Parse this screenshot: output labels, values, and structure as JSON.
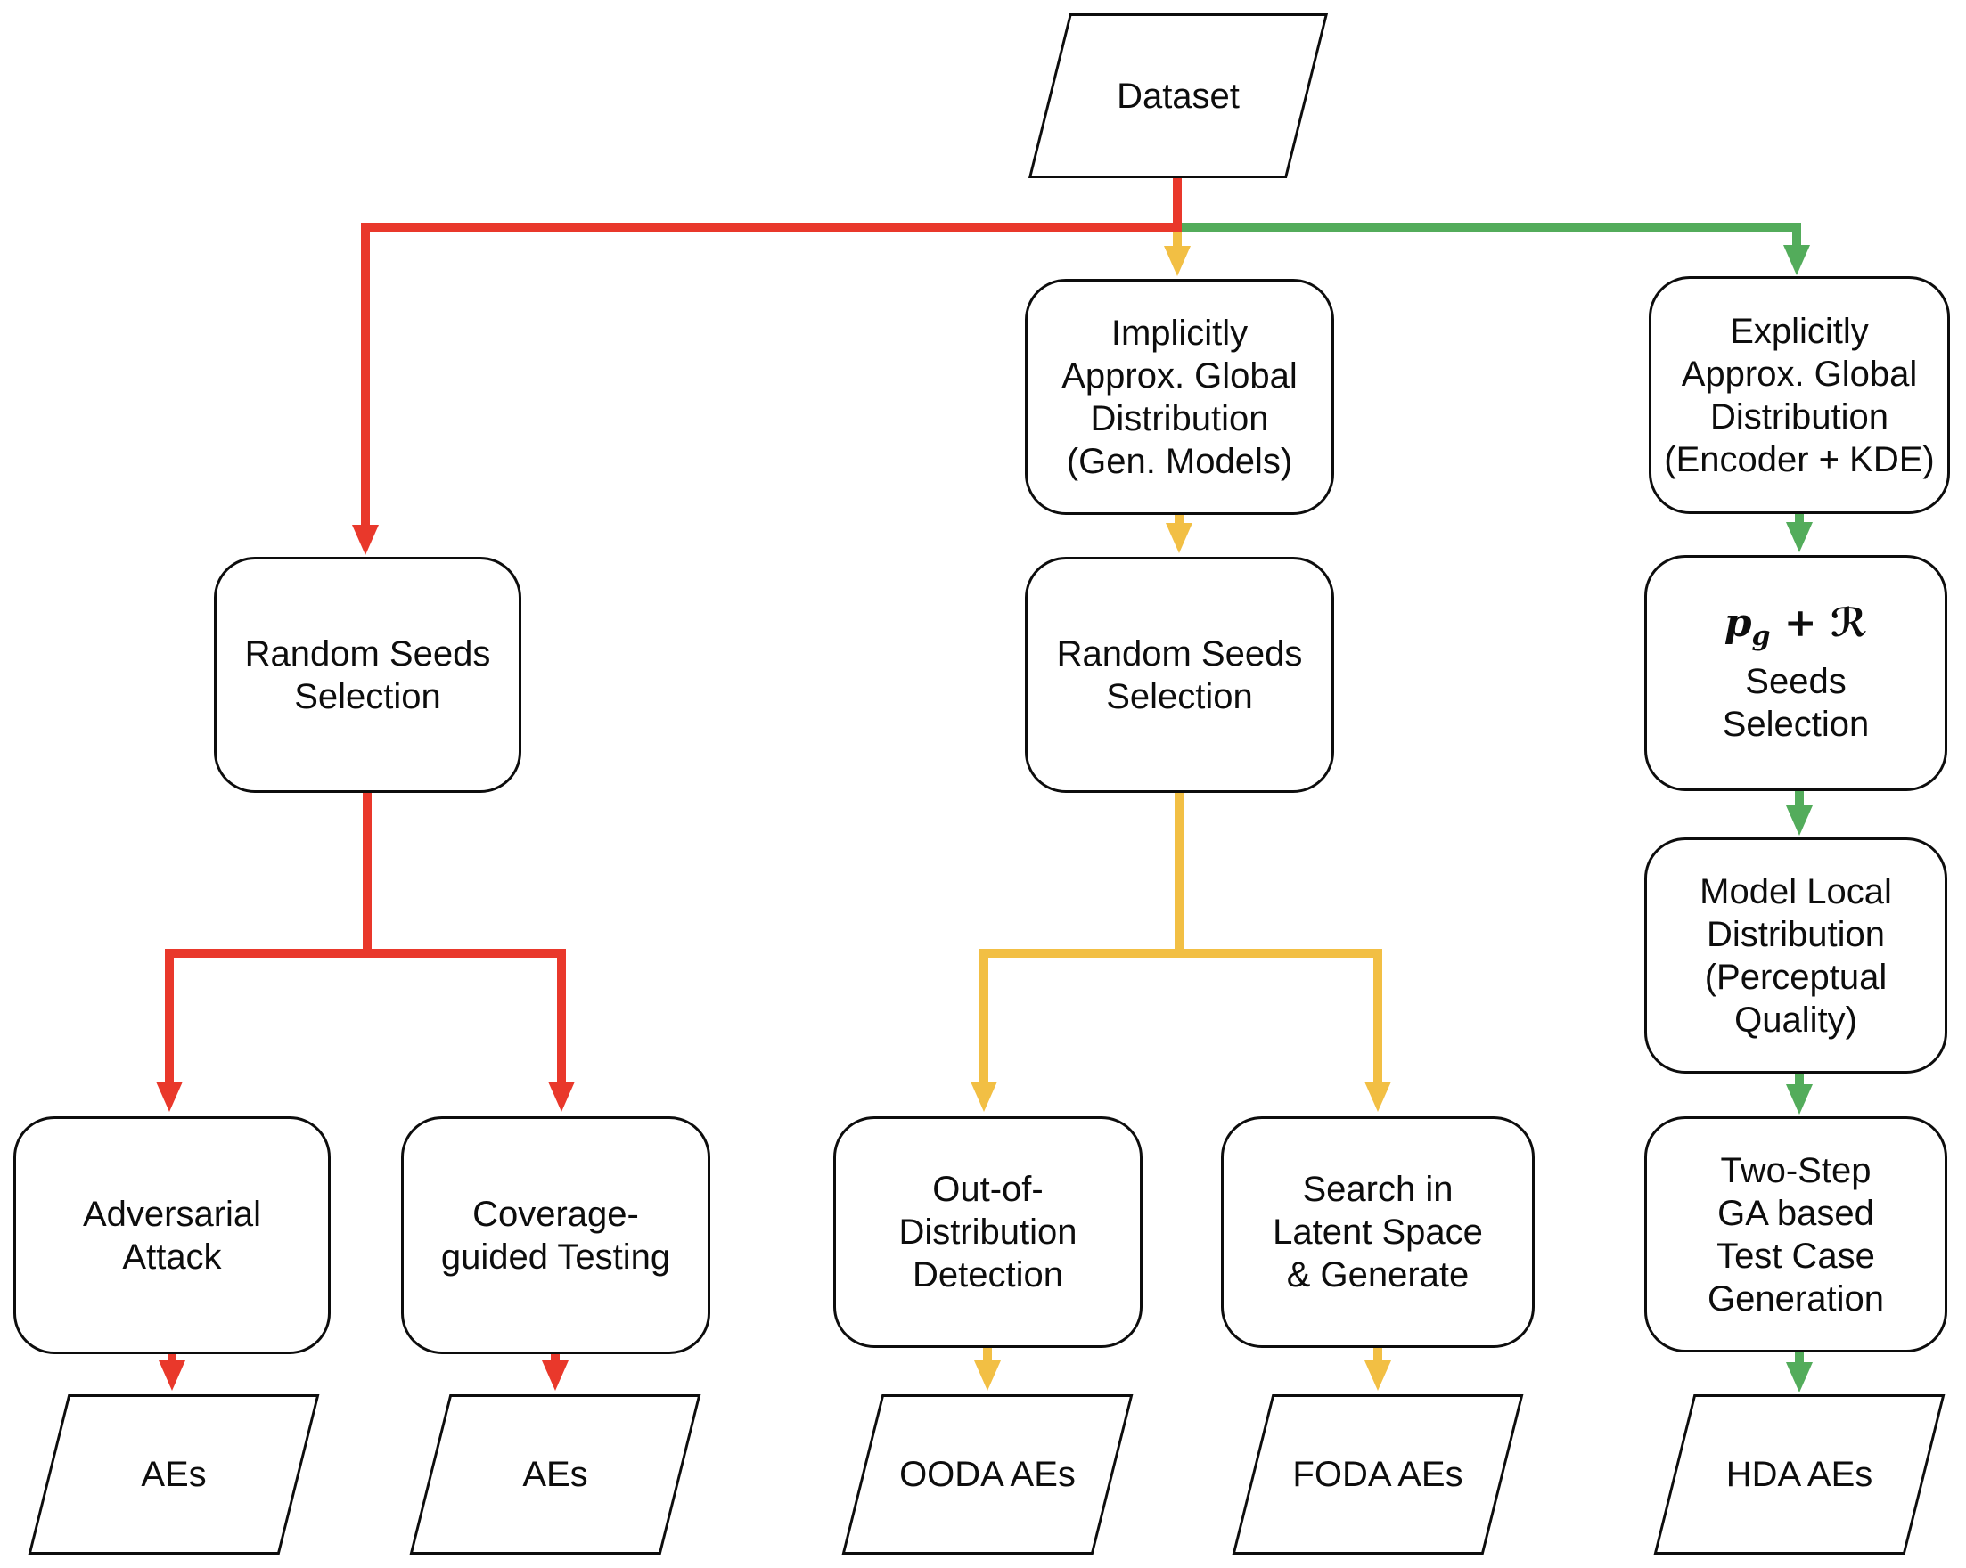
{
  "flow": {
    "colors": {
      "red": "#E9382B",
      "amber": "#F2BF44",
      "green": "#53AC5B",
      "outline": "#0d0d0d"
    },
    "nodes": {
      "dataset": {
        "lines": [
          "Dataset"
        ]
      },
      "rss_left": {
        "lines": [
          "Random Seeds",
          "Selection"
        ]
      },
      "implicit": {
        "lines": [
          "Implicitly",
          "Approx. Global",
          "Distribution",
          "(Gen. Models)"
        ]
      },
      "explicit": {
        "lines": [
          "Explicitly",
          "Approx. Global",
          "Distribution",
          "(Encoder + KDE)"
        ]
      },
      "rss_mid": {
        "lines": [
          "Random Seeds",
          "Selection"
        ]
      },
      "pgr": {
        "math_p": "p",
        "math_sub": "g",
        "math_rest": " + ℛ",
        "lines": [
          "Seeds",
          "Selection"
        ]
      },
      "mld": {
        "lines": [
          "Model Local",
          "Distribution",
          "(Perceptual",
          "Quality)"
        ]
      },
      "adv": {
        "lines": [
          "Adversarial",
          "Attack"
        ]
      },
      "cgt": {
        "lines": [
          "Coverage-",
          "guided Testing"
        ]
      },
      "ood": {
        "lines": [
          "Out-of-",
          "Distribution",
          "Detection"
        ]
      },
      "sls": {
        "lines": [
          "Search in",
          "Latent Space",
          "& Generate"
        ]
      },
      "tsga": {
        "lines": [
          "Two-Step",
          "GA based",
          "Test Case",
          "Generation"
        ]
      },
      "aes1": {
        "lines": [
          "AEs"
        ]
      },
      "aes2": {
        "lines": [
          "AEs"
        ]
      },
      "ooda": {
        "lines": [
          "OODA AEs"
        ]
      },
      "foda": {
        "lines": [
          "FODA AEs"
        ]
      },
      "hda": {
        "lines": [
          "HDA AEs"
        ]
      }
    }
  }
}
